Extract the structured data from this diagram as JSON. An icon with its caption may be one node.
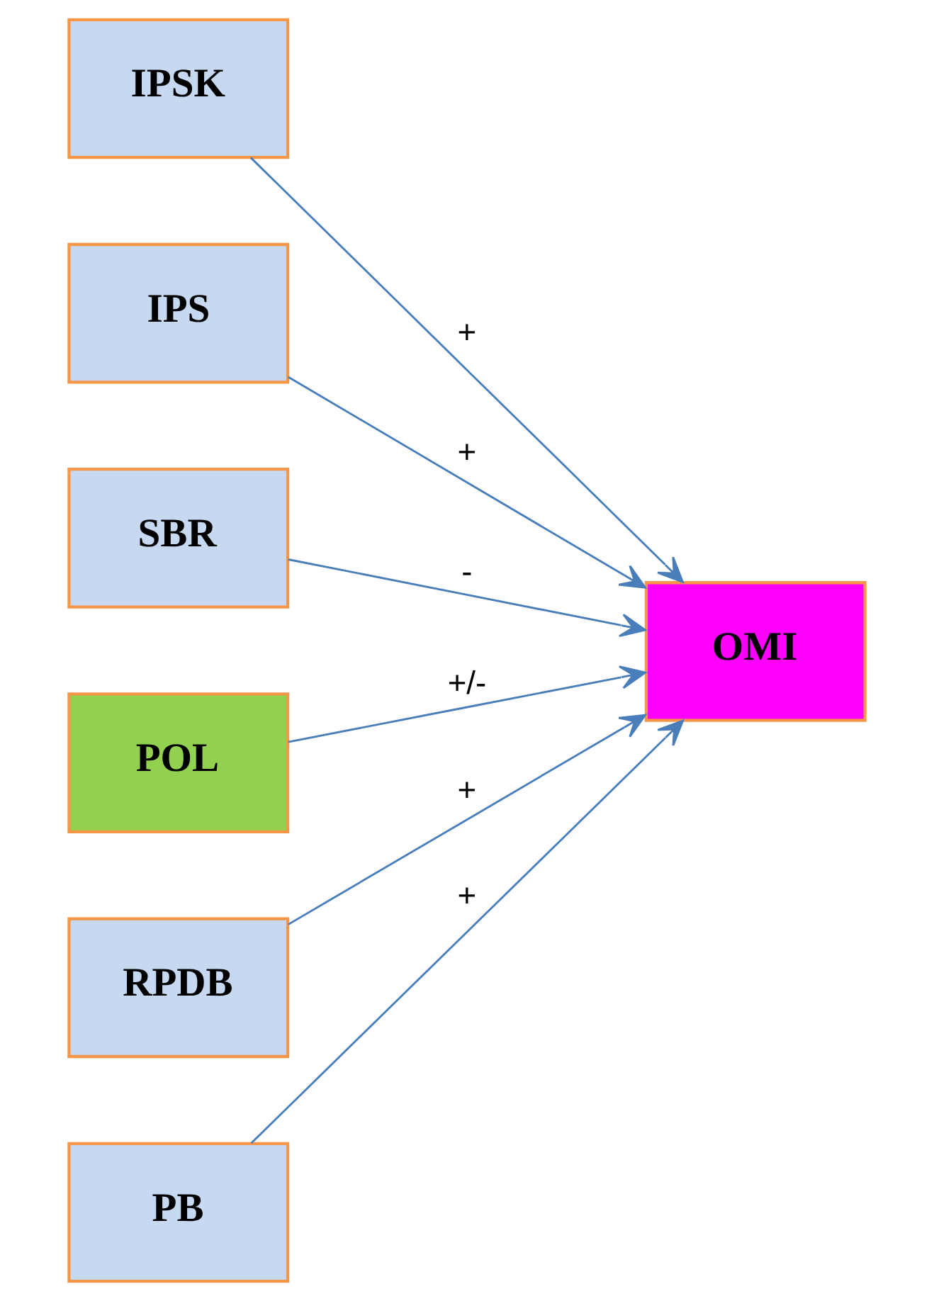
{
  "diagram": {
    "nodes": [
      {
        "text": [
          "IPSK"
        ]
      },
      {
        "text": [
          "IPS"
        ]
      },
      {
        "text": [
          "SBR"
        ]
      },
      {
        "text": [
          "POL"
        ]
      },
      {
        "text": [
          "RPDB"
        ]
      },
      {
        "text": [
          "PB"
        ]
      },
      {
        "text": [
          "OMI"
        ]
      }
    ],
    "edges": [
      {
        "from": 0,
        "to": 6,
        "arrow": "to",
        "label": "+"
      },
      {
        "from": 1,
        "to": 6,
        "arrow": "to",
        "label": "+"
      },
      {
        "from": 2,
        "to": 6,
        "arrow": "to",
        "label": "-"
      },
      {
        "from": 3,
        "to": 6,
        "arrow": "to",
        "label": "+/-"
      },
      {
        "from": 4,
        "to": 6,
        "arrow": "to",
        "label": "+"
      },
      {
        "from": 5,
        "to": 6,
        "arrow": "to",
        "label": "+"
      }
    ]
  }
}
